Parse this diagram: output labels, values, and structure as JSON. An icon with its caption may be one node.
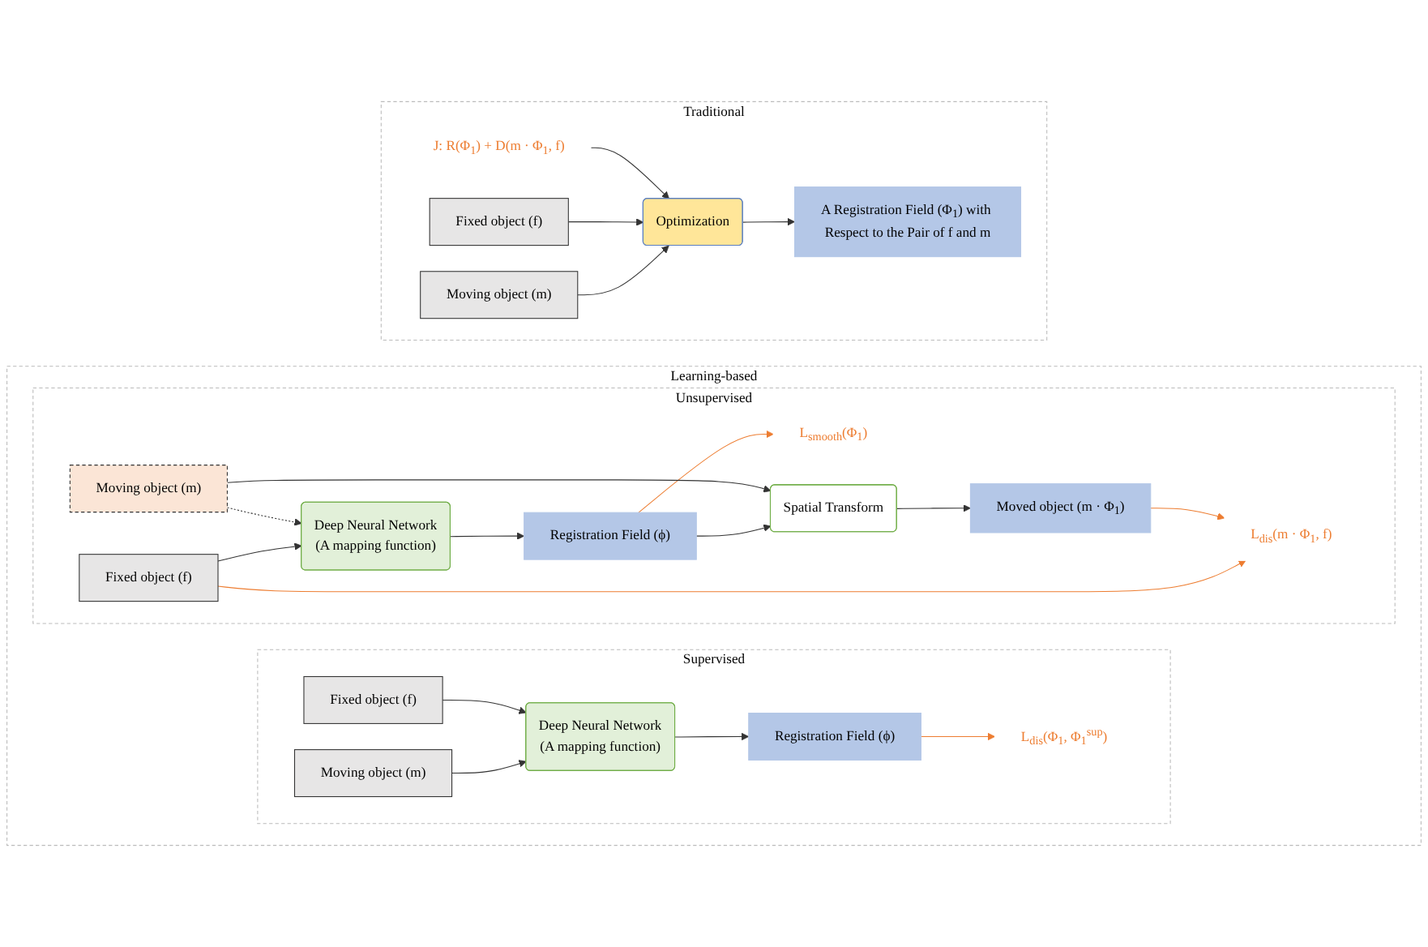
{
  "diagram": {
    "nodes": [
      {
        "text": [
          "Traditional"
        ]
      },
      {
        "text": [
          "J: R(Φ$_{1}$) + D(m · Φ$_{1}$, f)"
        ],
        "in": 0
      },
      {
        "text": [
          "Fixed object (f)"
        ],
        "in": 0
      },
      {
        "text": [
          "Optimization"
        ],
        "in": 0
      },
      {
        "text": [
          "Moving object (m)"
        ],
        "in": 0
      },
      {
        "text": [
          "A Registration Field (Φ$_{1}$) with Respect to the Pair of f and m"
        ],
        "in": 0
      },
      {
        "text": [
          "Learning-based"
        ]
      },
      {
        "text": [
          "Unsupervised"
        ],
        "in": 6
      },
      {
        "text": [
          "Fixed object (f)"
        ],
        "in": 7
      },
      {
        "text": [
          "Moving object (m)"
        ],
        "in": 7
      },
      {
        "text": [
          "Deep Neural Network",
          "(A mapping function)"
        ],
        "in": 7
      },
      {
        "text": [
          "Registration Field (ϕ)"
        ],
        "in": 7
      },
      {
        "text": [
          "L$_{smooth}$(Φ$_{1}$)"
        ],
        "in": 7
      },
      {
        "text": [
          "Spatial Transform"
        ],
        "in": 7
      },
      {
        "text": [
          "Moved object (m · Φ$_{1}$)"
        ],
        "in": 7
      },
      {
        "text": [
          "L$_{dis}$(m · Φ$_{1}$, f)"
        ],
        "in": 7
      },
      {
        "text": [
          "Supervised"
        ],
        "in": 6
      },
      {
        "text": [
          "Fixed object (f)"
        ],
        "in": 16
      },
      {
        "text": [
          "Moving object (m)"
        ],
        "in": 16
      },
      {
        "text": [
          "Deep Neural Network",
          "(A mapping function)"
        ],
        "in": 16
      },
      {
        "text": [
          "Registration Field (ϕ)"
        ],
        "in": 16
      },
      {
        "text": [
          "L$_{dis}$(Φ$_{1}$, Φ$_{1}$$^{sup}$)"
        ],
        "in": 16
      }
    ],
    "edges": [
      {
        "from": 1,
        "to": 3,
        "arrow": "to"
      },
      {
        "from": 2,
        "to": 3,
        "arrow": "to"
      },
      {
        "from": 4,
        "to": 3,
        "arrow": "to"
      },
      {
        "from": 3,
        "to": 5,
        "arrow": "to"
      },
      {
        "from": 8,
        "to": 10,
        "arrow": "to"
      },
      {
        "from": 9,
        "to": 10,
        "arrow": "to",
        "style": "dashed"
      },
      {
        "from": 10,
        "to": 11,
        "arrow": "to"
      },
      {
        "from": 11,
        "to": 12,
        "arrow": "to",
        "color": "#ed7d31"
      },
      {
        "from": 11,
        "to": 13,
        "arrow": "to"
      },
      {
        "from": 9,
        "to": 13,
        "arrow": "to"
      },
      {
        "from": 13,
        "to": 14,
        "arrow": "to"
      },
      {
        "from": 8,
        "to": 15,
        "arrow": "to",
        "color": "#ed7d31"
      },
      {
        "from": 14,
        "to": 15,
        "arrow": "to",
        "color": "#ed7d31"
      },
      {
        "from": 17,
        "to": 19,
        "arrow": "to"
      },
      {
        "from": 18,
        "to": 19,
        "arrow": "to"
      },
      {
        "from": 19,
        "to": 20,
        "arrow": "to"
      },
      {
        "from": 20,
        "to": 21,
        "arrow": "to",
        "color": "#ed7d31"
      }
    ]
  }
}
